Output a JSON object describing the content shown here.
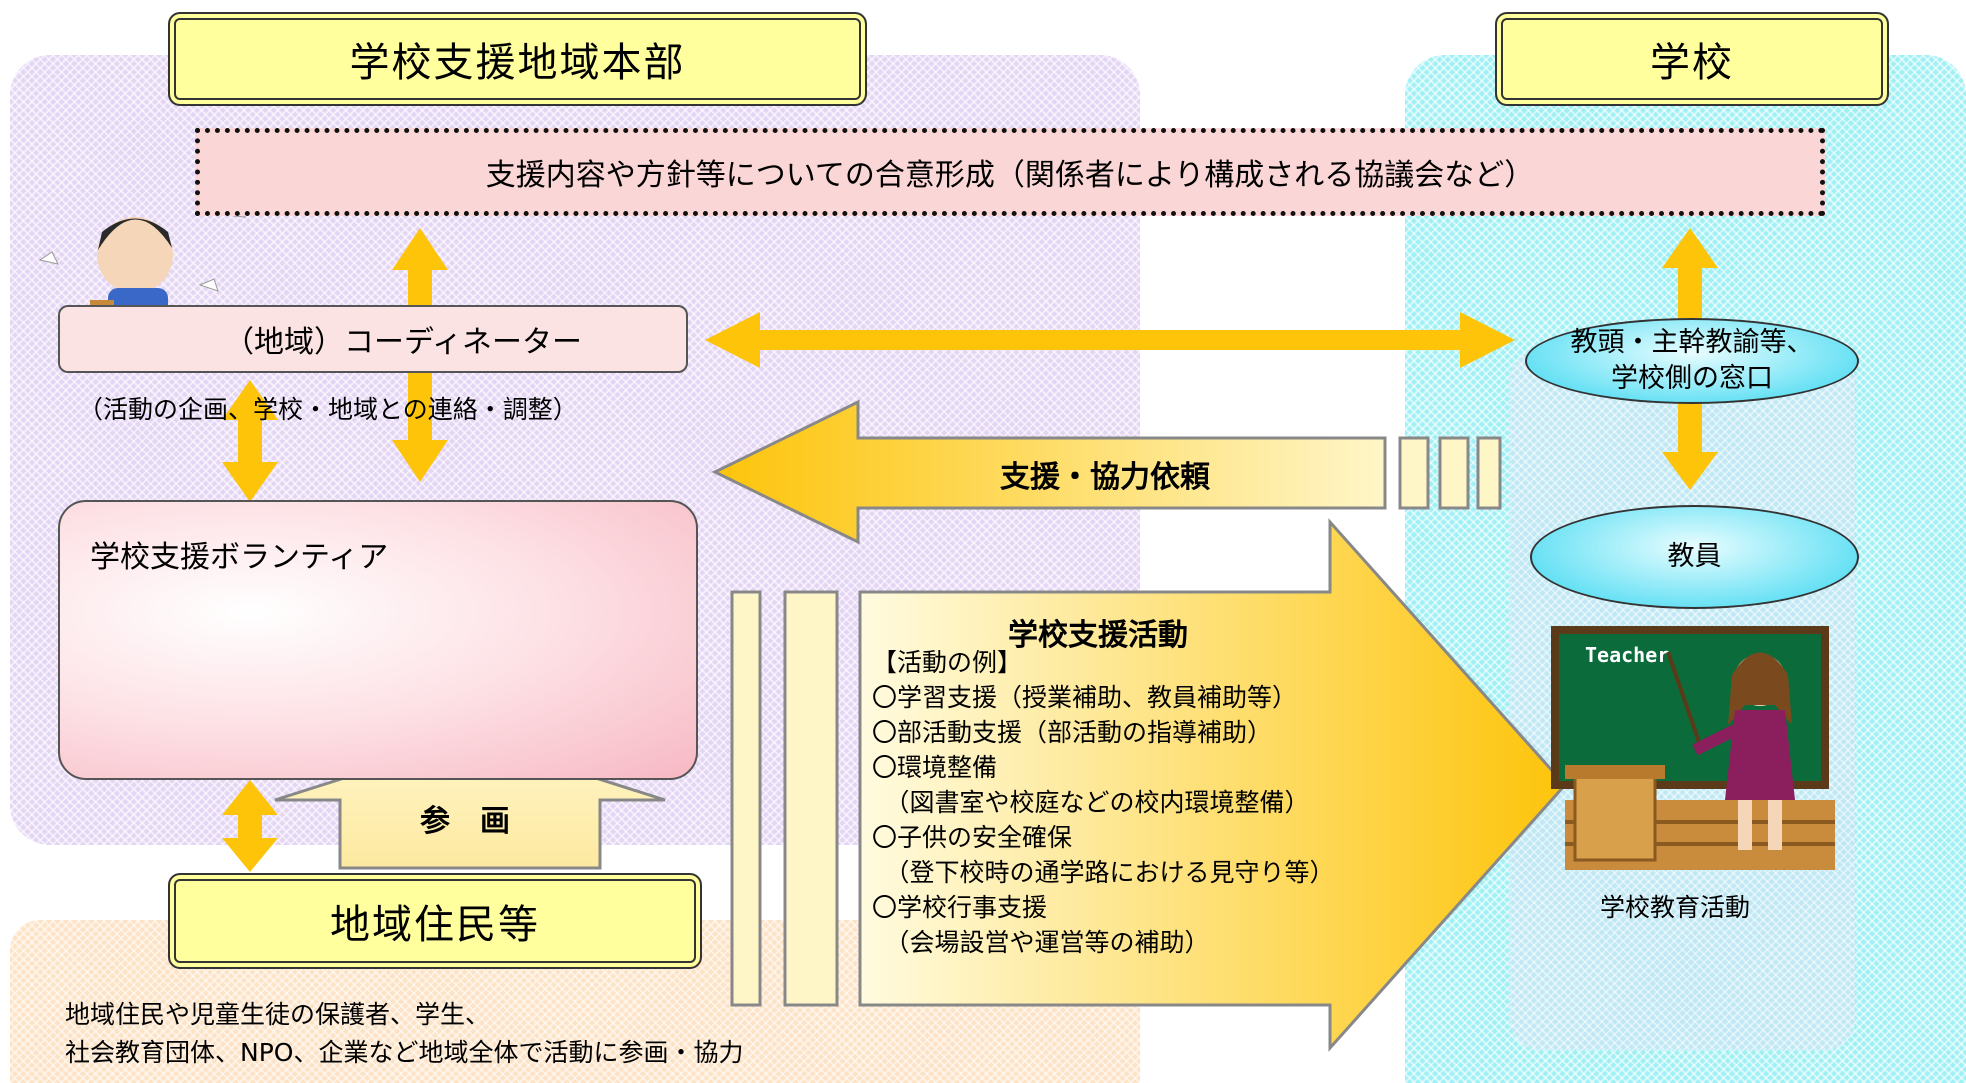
{
  "headers": {
    "region_hq": "学校支援地域本部",
    "school": "学校",
    "residents": "地域住民等"
  },
  "consensus": "支援内容や方針等についての合意形成（関係者により構成される協議会など）",
  "coordinator": {
    "label": "（地域）コーディネーター",
    "role": "（活動の企画、学校・地域との連絡・調整）"
  },
  "volunteer": {
    "label": "学校支援ボランティア"
  },
  "participation": "参　画",
  "request": "支援・協力依頼",
  "school_side": {
    "contact": "教頭・主幹教諭等、\n学校側の窓口",
    "contact_line1": "教頭・主幹教諭等、",
    "contact_line2": "学校側の窓口",
    "teachers": "教員",
    "education": "学校教育活動",
    "teacher_board": "Teacher"
  },
  "activities": {
    "title": "学校支援活動",
    "examples_header": "【活動の例】",
    "items": [
      "〇学習支援（授業補助、教員補助等）",
      "〇部活動支援（部活動の指導補助）",
      "〇環境整備",
      "　（図書室や校庭などの校内環境整備）",
      "〇子供の安全確保",
      "　（登下校時の通学路における見守り等）",
      "〇学校行事支援",
      "　（会場設営や運営等の補助）"
    ]
  },
  "residents_desc": {
    "line1": "地域住民や児童生徒の保護者、学生、",
    "line2": "社会教育団体、NPO、企業など地域全体で活動に参画・協力"
  },
  "colors": {
    "arrow_yellow": "#fdc40a",
    "title_fill": "#ffff9e",
    "region_area": "#e4d5f4",
    "school_area": "#9ff0f4",
    "residents_area": "#fde3c6"
  }
}
